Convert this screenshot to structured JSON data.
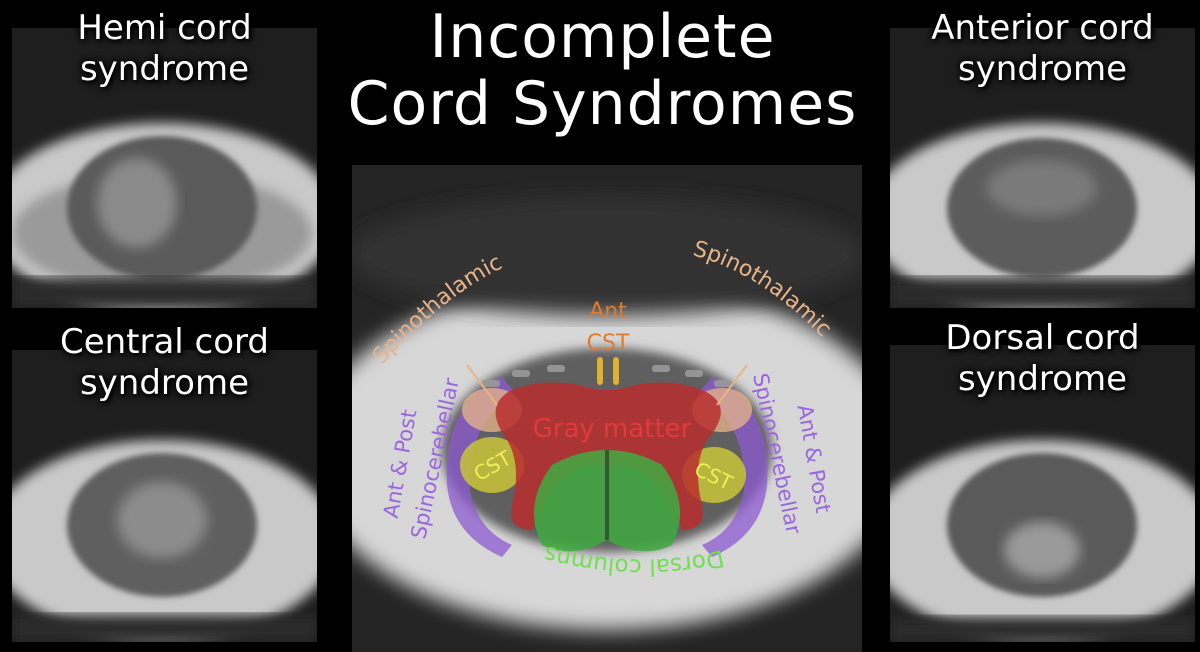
{
  "title": {
    "line1": "Incomplete",
    "line2": "Cord Syndromes"
  },
  "panels": {
    "hemi": {
      "line1": "Hemi cord",
      "line2": "syndrome"
    },
    "central": {
      "line1": "Central cord",
      "line2": "syndrome"
    },
    "anterior": {
      "line1": "Anterior cord",
      "line2": "syndrome"
    },
    "dorsal": {
      "line1": "Dorsal cord",
      "line2": "syndrome"
    }
  },
  "diagram": {
    "labels": {
      "spinothalamic_left": "Spinothalamic",
      "spinothalamic_right": "Spinothalamic",
      "ant_cst_line1": "Ant",
      "ant_cst_line2": "CST",
      "gray_matter": "Gray matter",
      "cst_left": "CST",
      "cst_right": "CST",
      "ant_post_left": "Ant & Post",
      "spinocerebellar_left": "Spinocerebellar",
      "ant_post_right": "Ant & Post",
      "spinocerebellar_right": "Spinocerebellar",
      "dorsal_columns": "Dorsal columns"
    },
    "colors": {
      "spinothalamic": "#e8b48a",
      "ant_cst": "#e07a2c",
      "gray_matter": "#b82e2e",
      "gray_matter_text": "#e03a3a",
      "cst": "#e6e04a",
      "spinocerebellar": "#8e5ad0",
      "dorsal_columns": "#3faa3f",
      "dorsal_columns_text": "#6fe04f"
    }
  }
}
